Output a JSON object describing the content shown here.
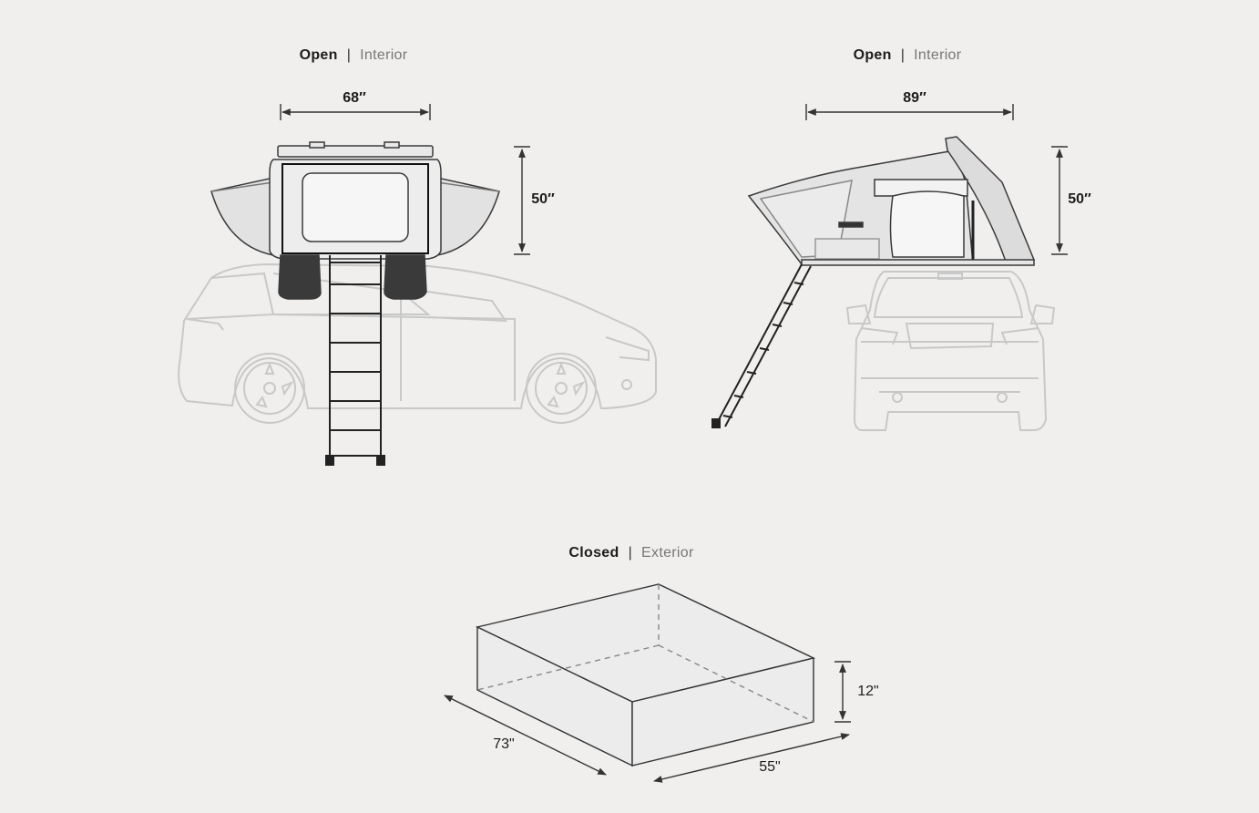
{
  "views": {
    "front_open": {
      "state": "Open",
      "separator": "|",
      "view": "Interior",
      "width": "68″",
      "height": "50″"
    },
    "side_open": {
      "state": "Open",
      "separator": "|",
      "view": "Interior",
      "width": "89″",
      "height": "50″"
    },
    "closed": {
      "state": "Closed",
      "separator": "|",
      "view": "Exterior",
      "length": "73\"",
      "width": "55\"",
      "height": "12\""
    }
  },
  "colors": {
    "background": "#f0efee",
    "ink": "#1c1c1c",
    "vehicle_outline": "#c8c8c8",
    "tent_body": "#e6e6e6",
    "tent_dark": "#3a3a3a"
  }
}
